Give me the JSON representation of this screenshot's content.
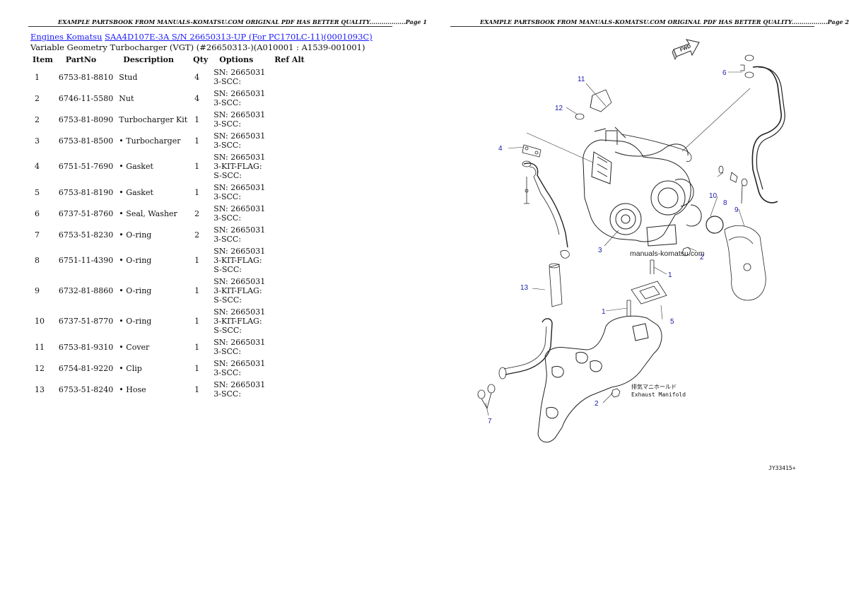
{
  "page1": {
    "header": "EXAMPLE PARTSBOOK FROM MANUALS-KOMATSU.COM ORIGINAL PDF HAS BETTER QUALITY..................Page 1",
    "breadcrumb": {
      "link1": "Engines Komatsu",
      "link2": "SAA4D107E-3A S/N 26650313-UP (For PC170LC-11)(0001093C)"
    },
    "subtitle": "Variable Geometry Turbocharger (VGT) (#26650313-)(A010001 : A1539-001001)",
    "columns": [
      "Item",
      "PartNo",
      "Description",
      "Qty",
      "Options",
      "Ref Alt"
    ],
    "rows": [
      {
        "item": "1",
        "part": "6753-81-8810",
        "desc": "Stud",
        "qty": "4",
        "opt": "SN: 26650313-SCC:"
      },
      {
        "item": "2",
        "part": "6746-11-5580",
        "desc": "Nut",
        "qty": "4",
        "opt": "SN: 26650313-SCC:"
      },
      {
        "item": "2",
        "part": "6753-81-8090",
        "desc": "Turbocharger Kit",
        "qty": "1",
        "opt": "SN: 26650313-SCC:"
      },
      {
        "item": "3",
        "part": "6753-81-8500",
        "desc": "• Turbocharger",
        "qty": "1",
        "opt": "SN: 26650313-SCC:"
      },
      {
        "item": "4",
        "part": "6751-51-7690",
        "desc": "• Gasket",
        "qty": "1",
        "opt": "SN: 26650313-KIT-FLAG: S-SCC:"
      },
      {
        "item": "5",
        "part": "6753-81-8190",
        "desc": "• Gasket",
        "qty": "1",
        "opt": "SN: 26650313-SCC:"
      },
      {
        "item": "6",
        "part": "6737-51-8760",
        "desc": "• Seal, Washer",
        "qty": "2",
        "opt": "SN: 26650313-SCC:"
      },
      {
        "item": "7",
        "part": "6753-51-8230",
        "desc": "• O-ring",
        "qty": "2",
        "opt": "SN: 26650313-SCC:"
      },
      {
        "item": "8",
        "part": "6751-11-4390",
        "desc": "• O-ring",
        "qty": "1",
        "opt": "SN: 26650313-KIT-FLAG: S-SCC:"
      },
      {
        "item": "9",
        "part": "6732-81-8860",
        "desc": "• O-ring",
        "qty": "1",
        "opt": "SN: 26650313-KIT-FLAG: S-SCC:"
      },
      {
        "item": "10",
        "part": "6737-51-8770",
        "desc": "• O-ring",
        "qty": "1",
        "opt": "SN: 26650313-KIT-FLAG: S-SCC:"
      },
      {
        "item": "11",
        "part": "6753-81-9310",
        "desc": "• Cover",
        "qty": "1",
        "opt": "SN: 26650313-SCC:"
      },
      {
        "item": "12",
        "part": "6754-81-9220",
        "desc": "• Clip",
        "qty": "1",
        "opt": "SN: 26650313-SCC:"
      },
      {
        "item": "13",
        "part": "6753-51-8240",
        "desc": "• Hose",
        "qty": "1",
        "opt": "SN: 26650313-SCC:"
      }
    ]
  },
  "page2": {
    "header": "EXAMPLE PARTSBOOK FROM MANUALS-KOMATSU.COM ORIGINAL PDF HAS BETTER QUALITY..................Page 2",
    "diagram": {
      "callouts": [
        "1",
        "1",
        "2",
        "2",
        "3",
        "4",
        "5",
        "6",
        "7",
        "8",
        "9",
        "10",
        "11",
        "12",
        "13"
      ],
      "fwd_label": "FWD",
      "watermark": "manuals-komatsu.com",
      "label_jp": "排気マニホールド",
      "label_en": "Exhaust Manifold",
      "drawing_no": "JY33415+"
    }
  },
  "colors": {
    "link": "#1a1aff",
    "callout": "#1a1aa8",
    "ink": "#111111"
  }
}
